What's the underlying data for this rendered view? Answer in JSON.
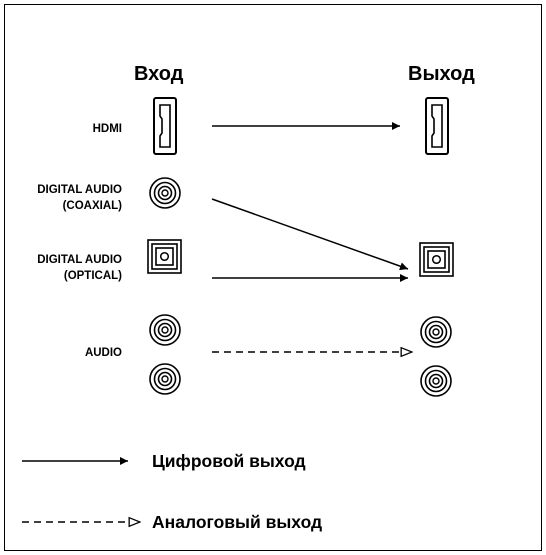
{
  "headers": {
    "input": "Вход",
    "output": "Выход"
  },
  "rows": {
    "hdmi": "HDMI",
    "coaxial_line1": "DIGITAL AUDIO",
    "coaxial_line2": "(COAXIAL)",
    "optical_line1": "DIGITAL AUDIO",
    "optical_line2": "(OPTICAL)",
    "audio": "AUDIO"
  },
  "legend": {
    "digital": "Цифровой выход",
    "analog": "Аналоговый выход"
  }
}
